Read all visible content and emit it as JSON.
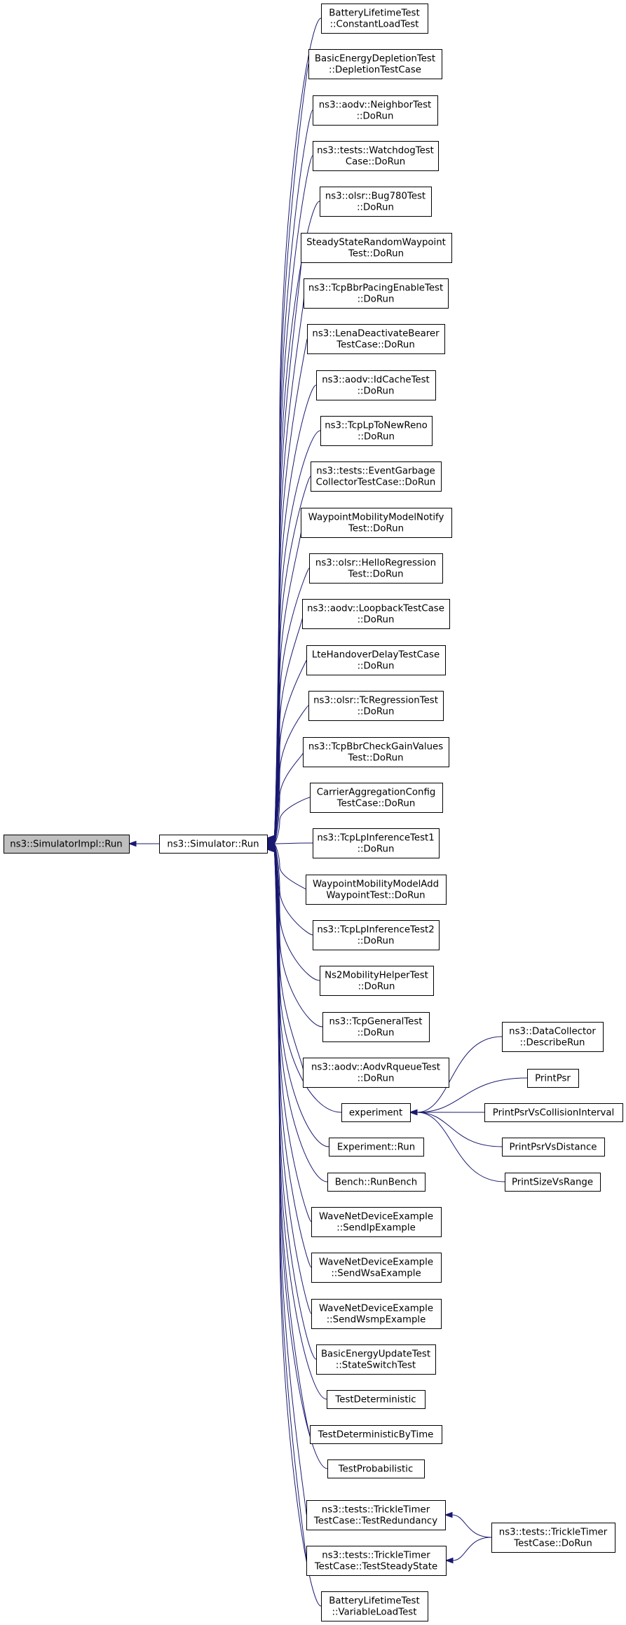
{
  "colors": {
    "edge": "#191970",
    "node_border": "#000000",
    "node_fill": "#ffffff",
    "root_fill": "#bfbfbf"
  },
  "nodes": [
    {
      "id": "n0",
      "lines": [
        "ns3::SimulatorImpl::Run"
      ],
      "root": true
    },
    {
      "id": "n1",
      "lines": [
        "ns3::Simulator::Run"
      ]
    },
    {
      "id": "c0",
      "lines": [
        "BatteryLifetimeTest",
        "::ConstantLoadTest"
      ]
    },
    {
      "id": "c1",
      "lines": [
        "BasicEnergyDepletionTest",
        "::DepletionTestCase"
      ]
    },
    {
      "id": "c2",
      "lines": [
        "ns3::aodv::NeighborTest",
        "::DoRun"
      ]
    },
    {
      "id": "c3",
      "lines": [
        "ns3::tests::WatchdogTest",
        "Case::DoRun"
      ]
    },
    {
      "id": "c4",
      "lines": [
        "ns3::olsr::Bug780Test",
        "::DoRun"
      ]
    },
    {
      "id": "c5",
      "lines": [
        "SteadyStateRandomWaypoint",
        "Test::DoRun"
      ]
    },
    {
      "id": "c6",
      "lines": [
        "ns3::TcpBbrPacingEnableTest",
        "::DoRun"
      ]
    },
    {
      "id": "c7",
      "lines": [
        "ns3::LenaDeactivateBearer",
        "TestCase::DoRun"
      ]
    },
    {
      "id": "c8",
      "lines": [
        "ns3::aodv::IdCacheTest",
        "::DoRun"
      ]
    },
    {
      "id": "c9",
      "lines": [
        "ns3::TcpLpToNewReno",
        "::DoRun"
      ]
    },
    {
      "id": "c10",
      "lines": [
        "ns3::tests::EventGarbage",
        "CollectorTestCase::DoRun"
      ]
    },
    {
      "id": "c11",
      "lines": [
        "WaypointMobilityModelNotify",
        "Test::DoRun"
      ]
    },
    {
      "id": "c12",
      "lines": [
        "ns3::olsr::HelloRegression",
        "Test::DoRun"
      ]
    },
    {
      "id": "c13",
      "lines": [
        "ns3::aodv::LoopbackTestCase",
        "::DoRun"
      ]
    },
    {
      "id": "c14",
      "lines": [
        "LteHandoverDelayTestCase",
        "::DoRun"
      ]
    },
    {
      "id": "c15",
      "lines": [
        "ns3::olsr::TcRegressionTest",
        "::DoRun"
      ]
    },
    {
      "id": "c16",
      "lines": [
        "ns3::TcpBbrCheckGainValues",
        "Test::DoRun"
      ]
    },
    {
      "id": "c17",
      "lines": [
        "CarrierAggregationConfig",
        "TestCase::DoRun"
      ]
    },
    {
      "id": "c18",
      "lines": [
        "ns3::TcpLpInferenceTest1",
        "::DoRun"
      ]
    },
    {
      "id": "c19",
      "lines": [
        "WaypointMobilityModelAdd",
        "WaypointTest::DoRun"
      ]
    },
    {
      "id": "c20",
      "lines": [
        "ns3::TcpLpInferenceTest2",
        "::DoRun"
      ]
    },
    {
      "id": "c21",
      "lines": [
        "Ns2MobilityHelperTest",
        "::DoRun"
      ]
    },
    {
      "id": "c22",
      "lines": [
        "ns3::TcpGeneralTest",
        "::DoRun"
      ]
    },
    {
      "id": "c23",
      "lines": [
        "ns3::aodv::AodvRqueueTest",
        "::DoRun"
      ]
    },
    {
      "id": "c24",
      "lines": [
        "experiment"
      ]
    },
    {
      "id": "c25",
      "lines": [
        "Experiment::Run"
      ]
    },
    {
      "id": "c26",
      "lines": [
        "Bench::RunBench"
      ]
    },
    {
      "id": "c27",
      "lines": [
        "WaveNetDeviceExample",
        "::SendIpExample"
      ]
    },
    {
      "id": "c28",
      "lines": [
        "WaveNetDeviceExample",
        "::SendWsaExample"
      ]
    },
    {
      "id": "c29",
      "lines": [
        "WaveNetDeviceExample",
        "::SendWsmpExample"
      ]
    },
    {
      "id": "c30",
      "lines": [
        "BasicEnergyUpdateTest",
        "::StateSwitchTest"
      ]
    },
    {
      "id": "c31",
      "lines": [
        "TestDeterministic"
      ]
    },
    {
      "id": "c32",
      "lines": [
        "TestDeterministicByTime"
      ]
    },
    {
      "id": "c33",
      "lines": [
        "TestProbabilistic"
      ]
    },
    {
      "id": "c34",
      "lines": [
        "ns3::tests::TrickleTimer",
        "TestCase::TestRedundancy"
      ]
    },
    {
      "id": "c35",
      "lines": [
        "ns3::tests::TrickleTimer",
        "TestCase::TestSteadyState"
      ]
    },
    {
      "id": "c36",
      "lines": [
        "BatteryLifetimeTest",
        "::VariableLoadTest"
      ]
    },
    {
      "id": "e0",
      "lines": [
        "ns3::DataCollector",
        "::DescribeRun"
      ]
    },
    {
      "id": "e1",
      "lines": [
        "PrintPsr"
      ]
    },
    {
      "id": "e2",
      "lines": [
        "PrintPsrVsCollisionInterval"
      ]
    },
    {
      "id": "e3",
      "lines": [
        "PrintPsrVsDistance"
      ]
    },
    {
      "id": "e4",
      "lines": [
        "PrintSizeVsRange"
      ]
    },
    {
      "id": "t0",
      "lines": [
        "ns3::tests::TrickleTimer",
        "TestCase::DoRun"
      ]
    }
  ],
  "edges": [
    [
      "n1",
      "n0"
    ],
    [
      "c0",
      "n1"
    ],
    [
      "c1",
      "n1"
    ],
    [
      "c2",
      "n1"
    ],
    [
      "c3",
      "n1"
    ],
    [
      "c4",
      "n1"
    ],
    [
      "c5",
      "n1"
    ],
    [
      "c6",
      "n1"
    ],
    [
      "c7",
      "n1"
    ],
    [
      "c8",
      "n1"
    ],
    [
      "c9",
      "n1"
    ],
    [
      "c10",
      "n1"
    ],
    [
      "c11",
      "n1"
    ],
    [
      "c12",
      "n1"
    ],
    [
      "c13",
      "n1"
    ],
    [
      "c14",
      "n1"
    ],
    [
      "c15",
      "n1"
    ],
    [
      "c16",
      "n1"
    ],
    [
      "c17",
      "n1"
    ],
    [
      "c18",
      "n1"
    ],
    [
      "c19",
      "n1"
    ],
    [
      "c20",
      "n1"
    ],
    [
      "c21",
      "n1"
    ],
    [
      "c22",
      "n1"
    ],
    [
      "c23",
      "n1"
    ],
    [
      "c24",
      "n1"
    ],
    [
      "c25",
      "n1"
    ],
    [
      "c26",
      "n1"
    ],
    [
      "c27",
      "n1"
    ],
    [
      "c28",
      "n1"
    ],
    [
      "c29",
      "n1"
    ],
    [
      "c30",
      "n1"
    ],
    [
      "c31",
      "n1"
    ],
    [
      "c32",
      "n1"
    ],
    [
      "c33",
      "n1"
    ],
    [
      "c34",
      "n1"
    ],
    [
      "c35",
      "n1"
    ],
    [
      "c36",
      "n1"
    ],
    [
      "e0",
      "c24"
    ],
    [
      "e1",
      "c24"
    ],
    [
      "e2",
      "c24"
    ],
    [
      "e3",
      "c24"
    ],
    [
      "e4",
      "c24"
    ],
    [
      "t0",
      "c34"
    ],
    [
      "t0",
      "c35"
    ]
  ]
}
